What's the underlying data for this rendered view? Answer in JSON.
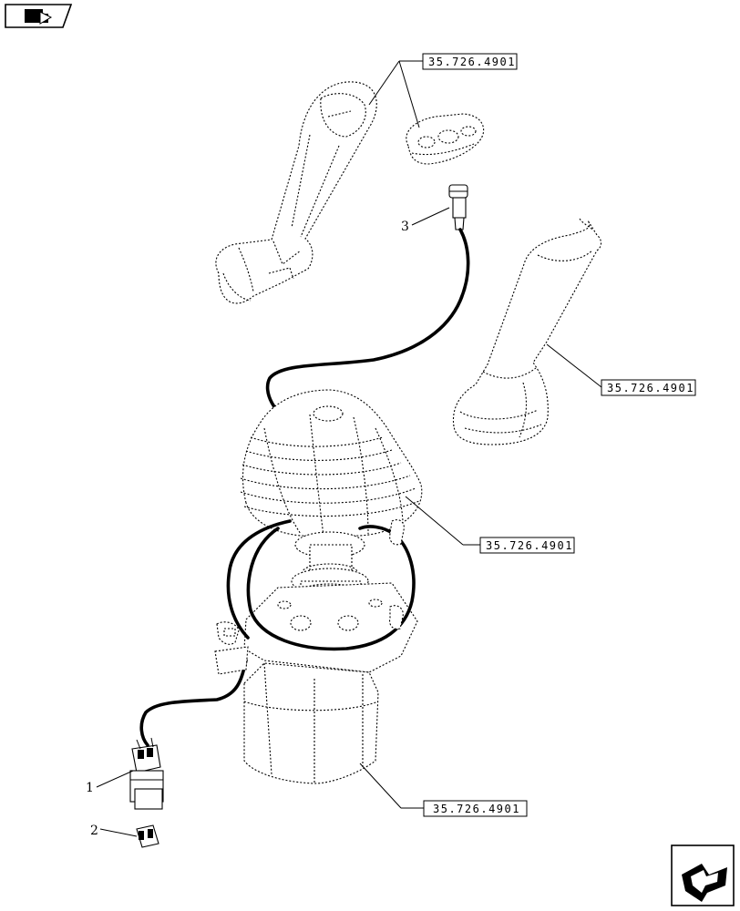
{
  "callouts": {
    "item_1": "1",
    "item_2": "2",
    "item_3": "3"
  },
  "references": {
    "ref_left_lever": "35.726.4901",
    "ref_cover": "35.726.4901",
    "ref_boot": "35.726.4901",
    "ref_base": "35.726.4901"
  },
  "icons": {
    "top_left": "book-arrow-icon",
    "bottom_right": "next-page-arrow-icon"
  }
}
